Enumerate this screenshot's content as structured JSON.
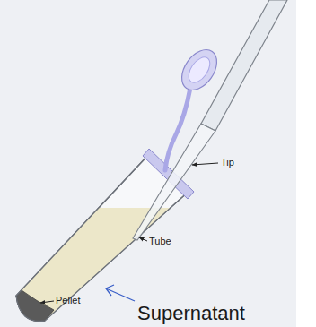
{
  "diagram": {
    "labels": [
      "Tip",
      "Tube",
      "Pellet",
      "Supernatant"
    ]
  }
}
